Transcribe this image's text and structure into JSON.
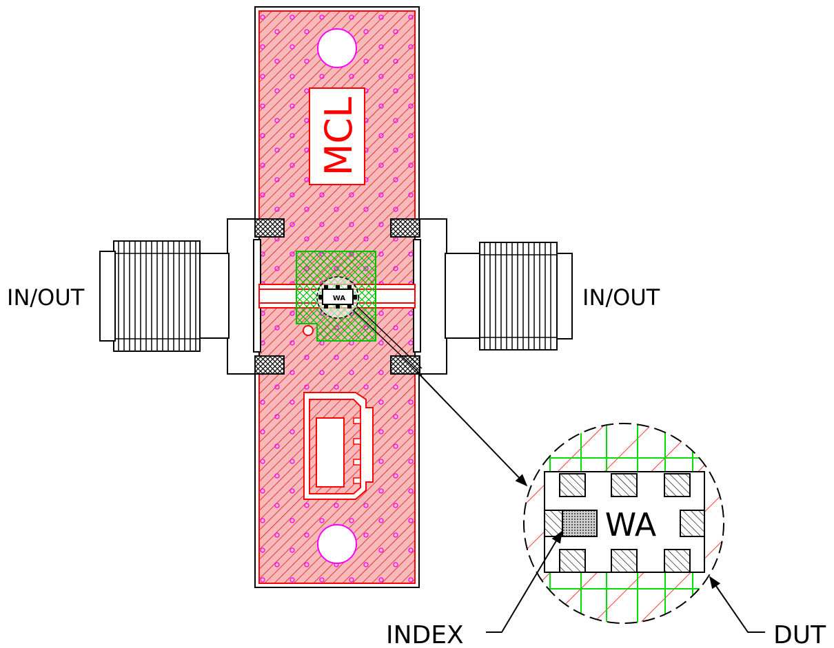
{
  "labels": {
    "left_port": "IN/OUT",
    "right_port": "IN/OUT",
    "board_mark": "MCL",
    "chip_mark_small": "WA",
    "chip_mark_zoom": "WA",
    "index": "INDEX",
    "dut": "DUT"
  },
  "colors": {
    "board": "#f08080",
    "board_hatch": "#e00000",
    "via": "#ff00ff",
    "trace": "#ff0000",
    "green_pad": "#00c000",
    "green_line": "#00e000",
    "outline": "#000000"
  }
}
